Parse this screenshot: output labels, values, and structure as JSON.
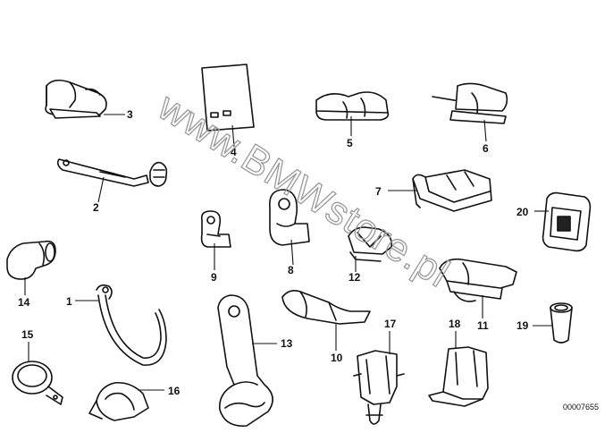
{
  "watermark": "www.BMWstore.pl",
  "drawing_number": "00007655",
  "parts": [
    {
      "id": "p1",
      "label": "1"
    },
    {
      "id": "p2",
      "label": "2"
    },
    {
      "id": "p3",
      "label": "3"
    },
    {
      "id": "p4",
      "label": "4"
    },
    {
      "id": "p5",
      "label": "5"
    },
    {
      "id": "p6",
      "label": "6"
    },
    {
      "id": "p7",
      "label": "7"
    },
    {
      "id": "p8",
      "label": "8"
    },
    {
      "id": "p9",
      "label": "9"
    },
    {
      "id": "p10",
      "label": "10"
    },
    {
      "id": "p11",
      "label": "11"
    },
    {
      "id": "p12",
      "label": "12"
    },
    {
      "id": "p13",
      "label": "13"
    },
    {
      "id": "p14",
      "label": "14"
    },
    {
      "id": "p15",
      "label": "15"
    },
    {
      "id": "p16",
      "label": "16"
    },
    {
      "id": "p17",
      "label": "17"
    },
    {
      "id": "p18",
      "label": "18"
    },
    {
      "id": "p19",
      "label": "19"
    },
    {
      "id": "p20",
      "label": "20"
    }
  ]
}
